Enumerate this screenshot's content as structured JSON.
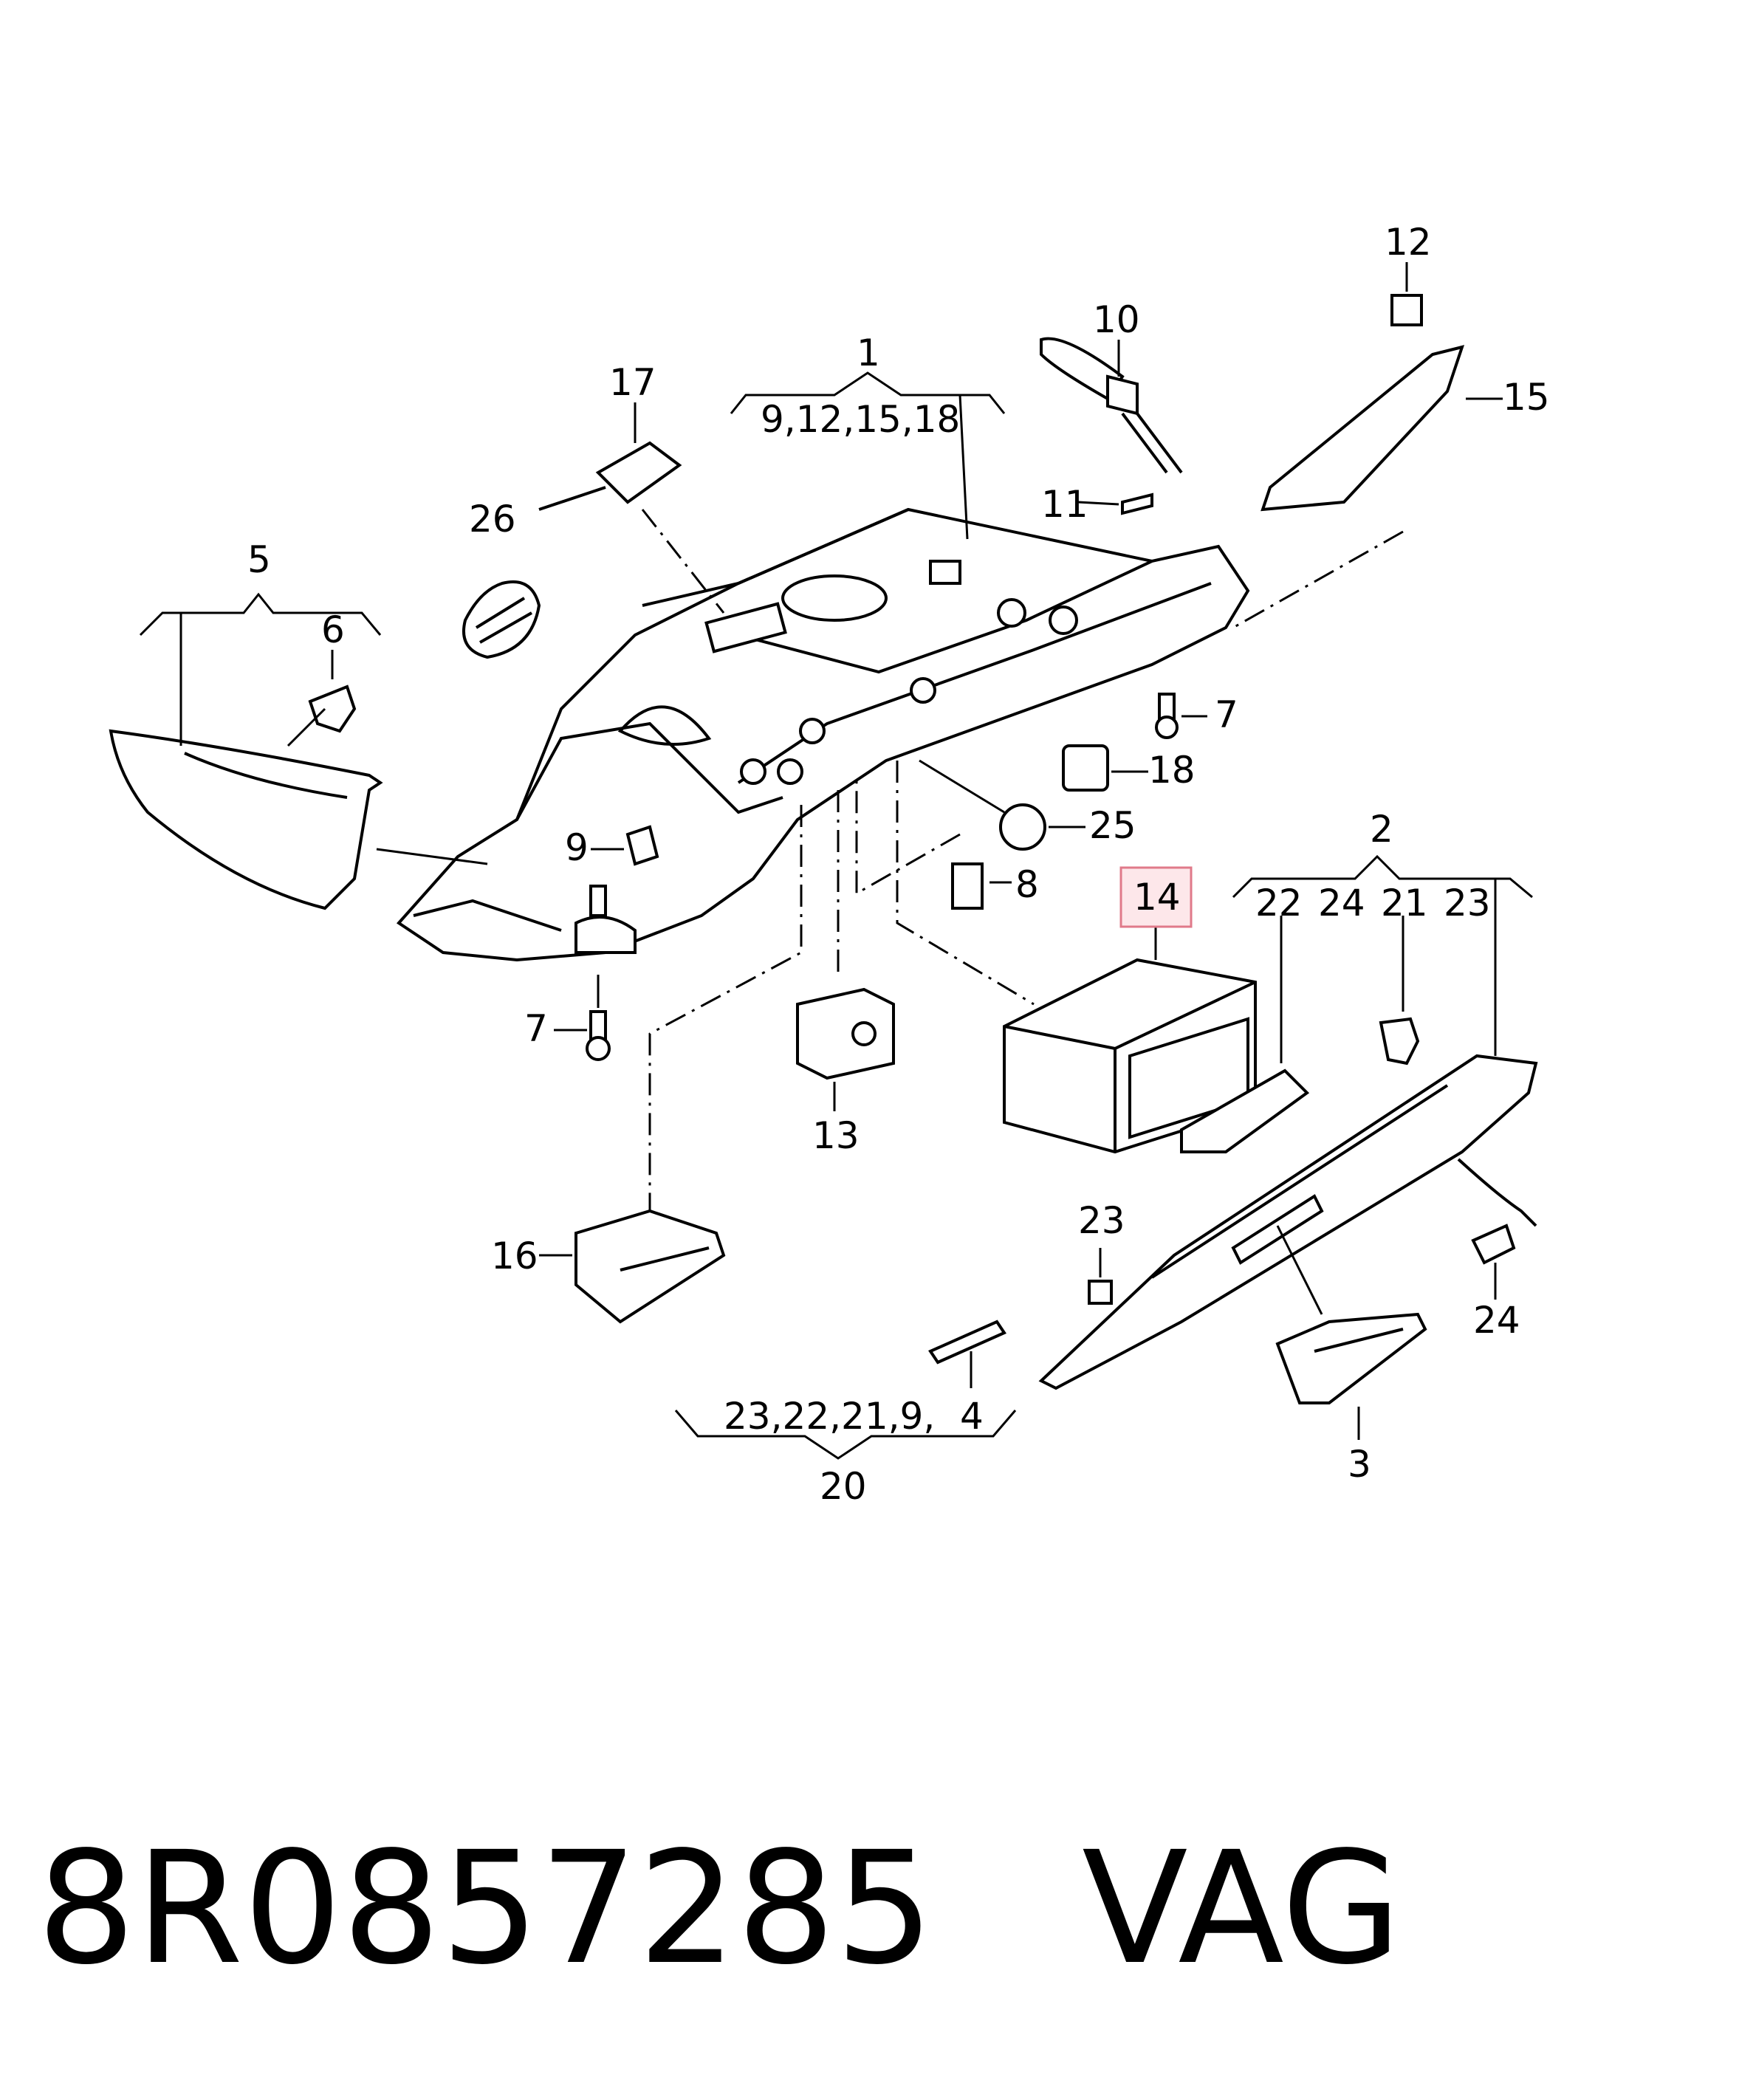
{
  "callouts": {
    "c1": "1",
    "c1_group": "9,12,15,18",
    "c2": "2",
    "c3": "3",
    "c4": "4",
    "c5": "5",
    "c6": "6",
    "c7a": "7",
    "c7b": "7",
    "c8": "8",
    "c9": "9",
    "c10": "10",
    "c11": "11",
    "c12": "12",
    "c13": "13",
    "c14": "14",
    "c15": "15",
    "c16": "16",
    "c17": "17",
    "c18": "18",
    "c20": "20",
    "c20_group": "23,22,21,9,",
    "c20_group_4": "4",
    "c21": "21",
    "c22": "22",
    "c23a": "23",
    "c23b": "23",
    "c24a": "24",
    "c24b": "24",
    "c25": "25",
    "c26": "26"
  },
  "highlight_color": "#fde7ea",
  "highlight_border": "#e07a8a",
  "footer": {
    "part_number": "8R0857285",
    "brand": "VAG"
  }
}
